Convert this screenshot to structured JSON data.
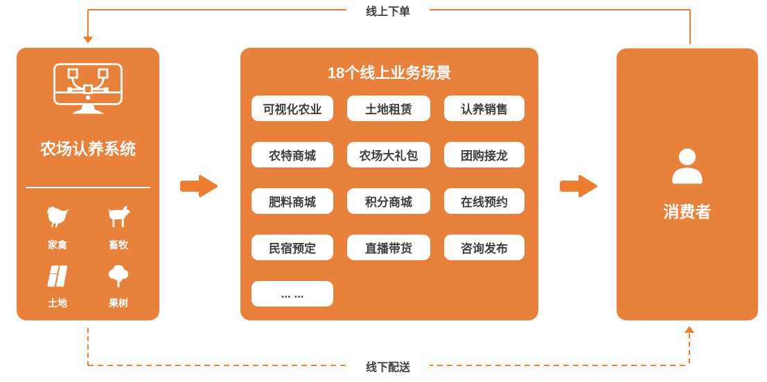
{
  "diagram": {
    "top_flow": {
      "label": "线上下单"
    },
    "bottom_flow": {
      "label": "线下配送"
    },
    "left_panel": {
      "title": "农场认养系统",
      "icon": "monitor-vector-nodes-icon",
      "items": [
        {
          "icon": "chicken-icon",
          "label": "家禽"
        },
        {
          "icon": "goat-icon",
          "label": "畜牧"
        },
        {
          "icon": "land-plots-icon",
          "label": "土地"
        },
        {
          "icon": "fruit-tree-icon",
          "label": "果树"
        }
      ]
    },
    "middle_panel": {
      "title": "18个线上业务场景",
      "buttons": [
        "可视化农业",
        "土地租赁",
        "认养销售",
        "农特商城",
        "农场大礼包",
        "团购接龙",
        "肥料商城",
        "积分商城",
        "在线预约",
        "民宿预定",
        "直播带货",
        "咨询发布",
        "...  ..."
      ]
    },
    "right_panel": {
      "title": "消费者",
      "icon": "person-icon"
    },
    "colors": {
      "panel_orange": "#E8813C",
      "accent_orange": "#ED7D31",
      "text_dark": "#3F3F3F",
      "white": "#FFFFFF"
    }
  }
}
